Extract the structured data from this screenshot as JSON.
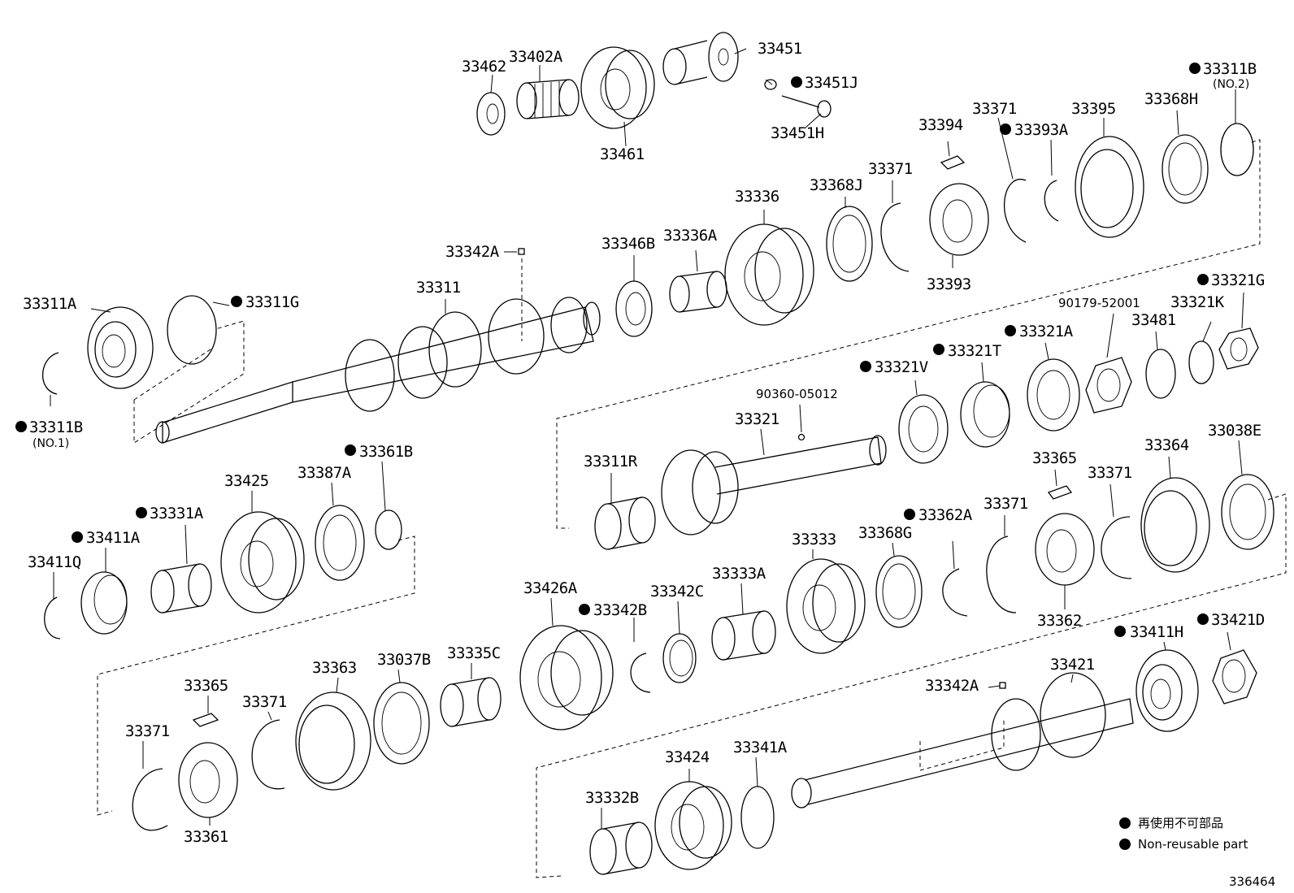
{
  "diagram_id": "336464",
  "legend": {
    "line_jp": "再使用不可部品",
    "line_en": "Non-reusable part"
  },
  "labels": {
    "p33462": "33462",
    "p33402A": "33402A",
    "p33451": "33451",
    "p33451J": "33451J",
    "p33451H": "33451H",
    "p33461": "33461",
    "p33311B_top": "33311B",
    "p33311B_top_sub": "(NO.2)",
    "p33394": "33394",
    "p33371_a": "33371",
    "p33393A": "33393A",
    "p33395": "33395",
    "p33368H": "33368H",
    "p33336": "33336",
    "p33368J": "33368J",
    "p33371_b": "33371",
    "p33393": "33393",
    "p33346B": "33346B",
    "p33336A": "33336A",
    "p33342A_top": "33342A",
    "p33311": "33311",
    "p33311A": "33311A",
    "p33311G": "33311G",
    "p33311B_left": "33311B",
    "p33311B_left_sub": "(NO.1)",
    "p33321G": "33321G",
    "p90179": "90179-52001",
    "p33321K": "33321K",
    "p33481": "33481",
    "p33321A": "33321A",
    "p33321T": "33321T",
    "p33321V": "33321V",
    "p90360": "90360-05012",
    "p33321": "33321",
    "p33311R": "33311R",
    "p33365_a": "33365",
    "p33371_c": "33371",
    "p33364": "33364",
    "p33038E": "33038E",
    "p33361B": "33361B",
    "p33425": "33425",
    "p33387A": "33387A",
    "p33331A": "33331A",
    "p33411A": "33411A",
    "p33411Q": "33411Q",
    "p33333": "33333",
    "p33368G": "33368G",
    "p33362A": "33362A",
    "p33371_d": "33371",
    "p33362": "33362",
    "p33426A": "33426A",
    "p33342C": "33342C",
    "p33333A": "33333A",
    "p33342B": "33342B",
    "p33365_b": "33365",
    "p33363": "33363",
    "p33037B": "33037B",
    "p33335C": "33335C",
    "p33371_e": "33371",
    "p33371_f": "33371",
    "p33361": "33361",
    "p33411H": "33411H",
    "p33421D": "33421D",
    "p33342A_bot": "33342A",
    "p33421": "33421",
    "p33424": "33424",
    "p33341A": "33341A",
    "p33332B": "33332B"
  }
}
